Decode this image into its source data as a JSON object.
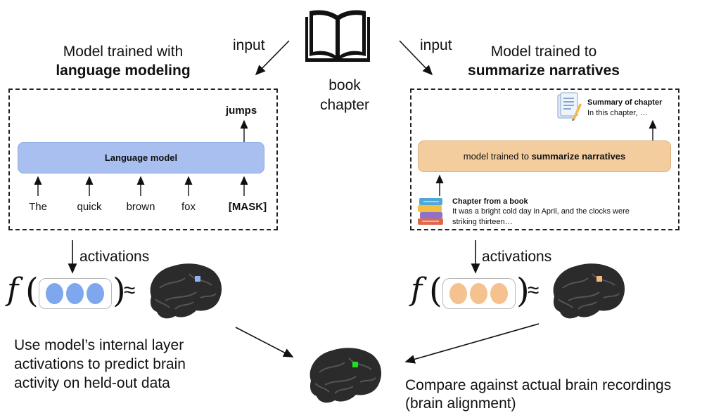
{
  "top": {
    "input_left": "input",
    "input_right": "input",
    "book_label_line1": "book",
    "book_label_line2": "chapter",
    "book_icon": "open-book-icon"
  },
  "left_model": {
    "heading_line1": "Model trained with",
    "heading_line2": "language modeling",
    "bar_label": "Language model",
    "output_token": "jumps",
    "tokens": [
      "The",
      "quick",
      "brown",
      "fox",
      "[MASK]"
    ],
    "activations_label": "activations",
    "f_symbol": "f",
    "approx": "≈",
    "dot_color": "#7fa7ee",
    "brain_marker_color": "#8fb3f5"
  },
  "right_model": {
    "heading_line1": "Model trained to",
    "heading_line2": "summarize narratives",
    "bar_label_prefix": "model trained to ",
    "bar_label_bold": "summarize narratives",
    "summary_title": "Summary of chapter",
    "summary_text": "In this chapter, …",
    "chapter_title": "Chapter from a book",
    "chapter_text_line1": "It was a bright cold day in April, and the clocks were",
    "chapter_text_line2": "striking thirteen…",
    "activations_label": "activations",
    "f_symbol": "f",
    "approx": "≈",
    "dot_color": "#f4c18f",
    "brain_marker_color": "#f4b97a"
  },
  "bottom": {
    "left_text_line1": "Use model’s internal layer",
    "left_text_line2": "activations to predict brain",
    "left_text_line3": "activity on held-out data",
    "right_text_line1": "Compare against actual brain recordings",
    "right_text_line2": "(brain alignment)",
    "brain_marker_color": "#22dd22"
  }
}
